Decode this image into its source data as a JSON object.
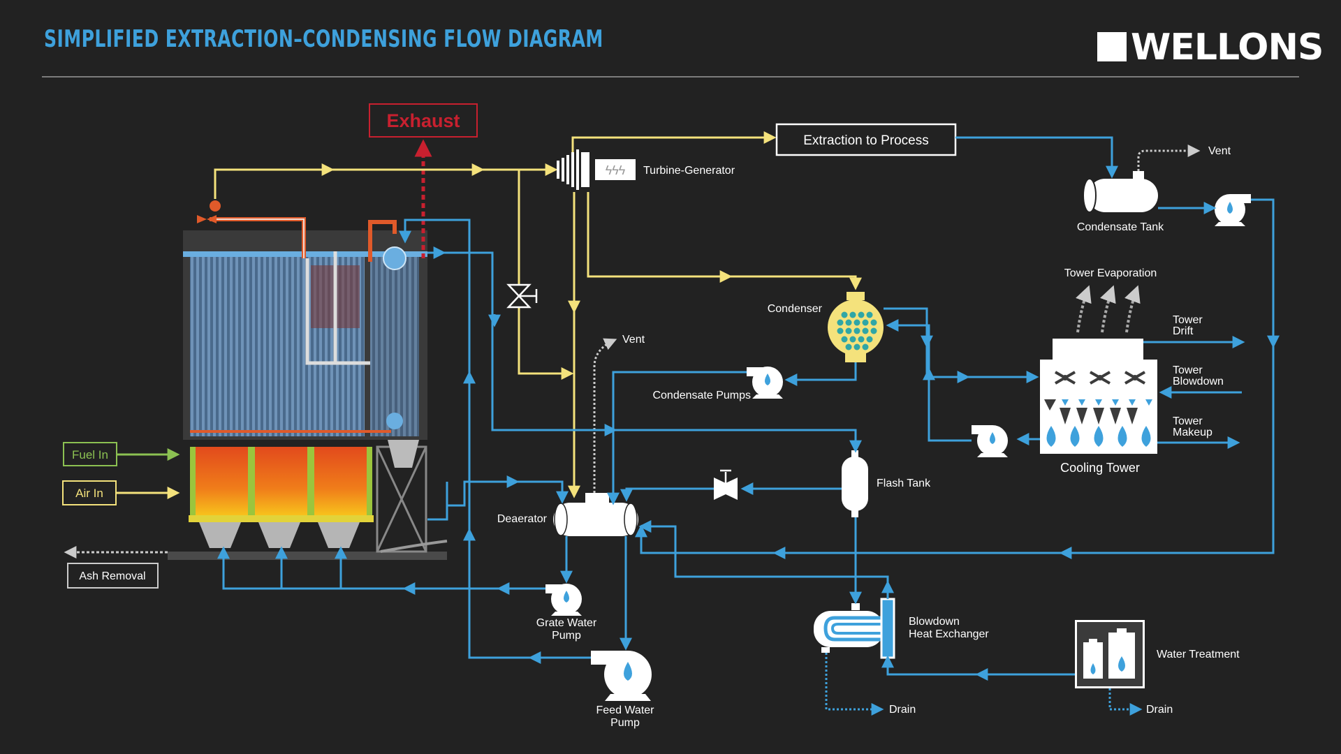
{
  "header": {
    "title": "SIMPLIFIED EXTRACTION–CONDENSING FLOW DIAGRAM",
    "logo_text": "WELLONS"
  },
  "labels": {
    "exhaust": "Exhaust",
    "extraction_to_process": "Extraction to Process",
    "turbine_generator": "Turbine-Generator",
    "vent_top": "Vent",
    "condensate_tank": "Condensate Tank",
    "tower_evaporation": "Tower Evaporation",
    "tower_drift": [
      "Tower",
      "Drift"
    ],
    "tower_blowdown": [
      "Tower",
      "Blowdown"
    ],
    "tower_makeup": [
      "Tower",
      "Makeup"
    ],
    "cooling_tower": "Cooling Tower",
    "condenser": "Condenser",
    "vent_deaerator": "Vent",
    "condensate_pumps": "Condensate Pumps",
    "flash_tank": "Flash Tank",
    "deaerator": "Deaerator",
    "fuel_in": "Fuel In",
    "air_in": "Air In",
    "ash_removal": "Ash Removal",
    "grate_water_pump": [
      "Grate Water",
      "Pump"
    ],
    "feed_water_pump": [
      "Feed Water",
      "Pump"
    ],
    "blowdown_heat_exchanger": [
      "Blowdown",
      "Heat Exchanger"
    ],
    "water_treatment": "Water Treatment",
    "drain_1": "Drain",
    "drain_2": "Drain"
  },
  "colors": {
    "background": "#222222",
    "title": "#3ea1dc",
    "steam": "#f4e27c",
    "water": "#3ea1dc",
    "exhaust": "#c8202f",
    "fuel": "#8cc152",
    "neutral": "#cccccc"
  }
}
